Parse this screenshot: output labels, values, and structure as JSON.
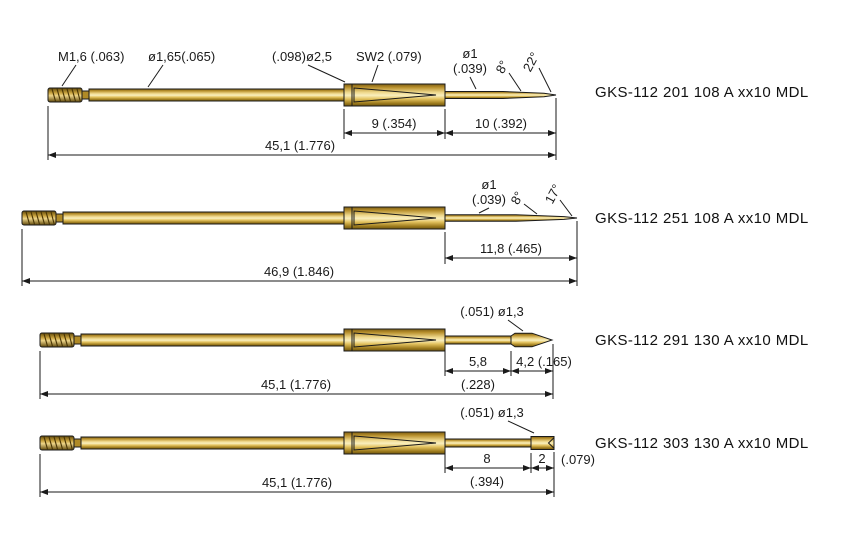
{
  "probes": [
    {
      "part_number": "GKS-112 201 108 A xx10 MDL",
      "callouts": {
        "thread": "M1,6 (.063)",
        "barrel_dia": "ø1,65(.065)",
        "head_dia": "(.098)ø2,5",
        "hex": "SW2 (.079)",
        "tip_dia_mm": "ø1",
        "tip_dia_in": "(.039)",
        "angle_a": "8°",
        "angle_b": "22°"
      },
      "dims": {
        "seg1": "9 (.354)",
        "seg2": "10 (.392)",
        "overall": "45,1 (1.776)"
      }
    },
    {
      "part_number": "GKS-112 251 108 A xx10 MDL",
      "callouts": {
        "tip_dia_mm": "ø1",
        "tip_dia_in": "(.039)",
        "angle_a": "8°",
        "angle_b": "17°"
      },
      "dims": {
        "seg1": "11,8 (.465)",
        "overall": "46,9 (1.846)"
      }
    },
    {
      "part_number": "GKS-112 291 130 A xx10 MDL",
      "callouts": {
        "tip_dia": "(.051) ø1,3"
      },
      "dims": {
        "seg1_mm": "5,8",
        "seg1_in": "(.228)",
        "seg2": "4,2 (.165)",
        "overall": "45,1 (1.776)"
      }
    },
    {
      "part_number": "GKS-112 303 130 A xx10 MDL",
      "callouts": {
        "tip_dia": "(.051) ø1,3"
      },
      "dims": {
        "seg1_mm": "8",
        "seg1_in": "(.394)",
        "seg2_mm": "2",
        "seg2_in": "(.079)",
        "overall": "45,1 (1.776)"
      }
    }
  ],
  "colors": {
    "gold_light": "#f9efbe",
    "gold_mid": "#d9b04a",
    "gold_dark": "#6e5410",
    "line": "#1a1a1a",
    "background": "#ffffff"
  }
}
